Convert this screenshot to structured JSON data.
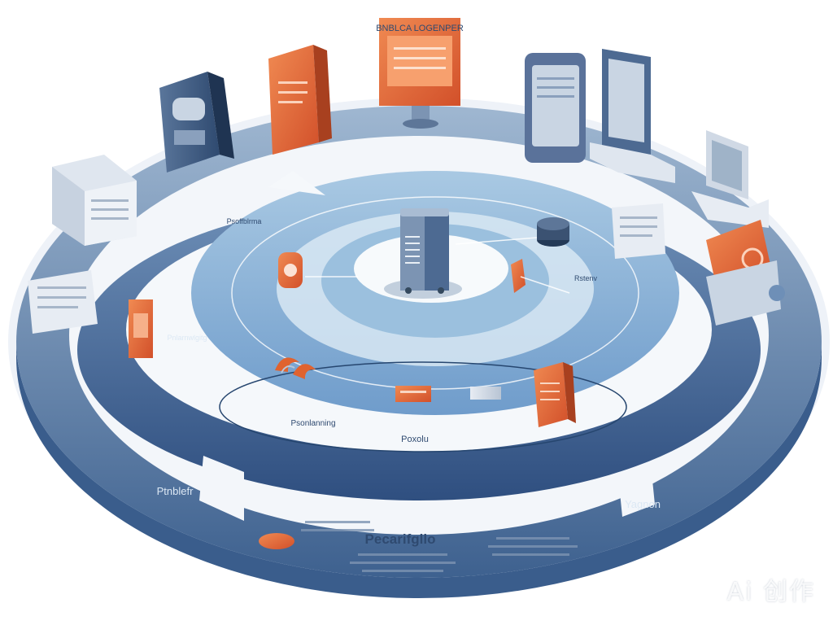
{
  "labels": {
    "top_sign": "BNBLCA LOGENPER",
    "center_banner": "Pecarifgllo",
    "left_tab": "Ptnblefr",
    "right_tab": "Yagnon",
    "mid_left": "Pnlarnwlgitg",
    "mid_right": "Rstenv",
    "inner_left": "Psoffblrma",
    "inner_bottom": "Psonlanning",
    "inner_bottom_b": "Poxolu"
  },
  "watermark": "Ai 创作"
}
